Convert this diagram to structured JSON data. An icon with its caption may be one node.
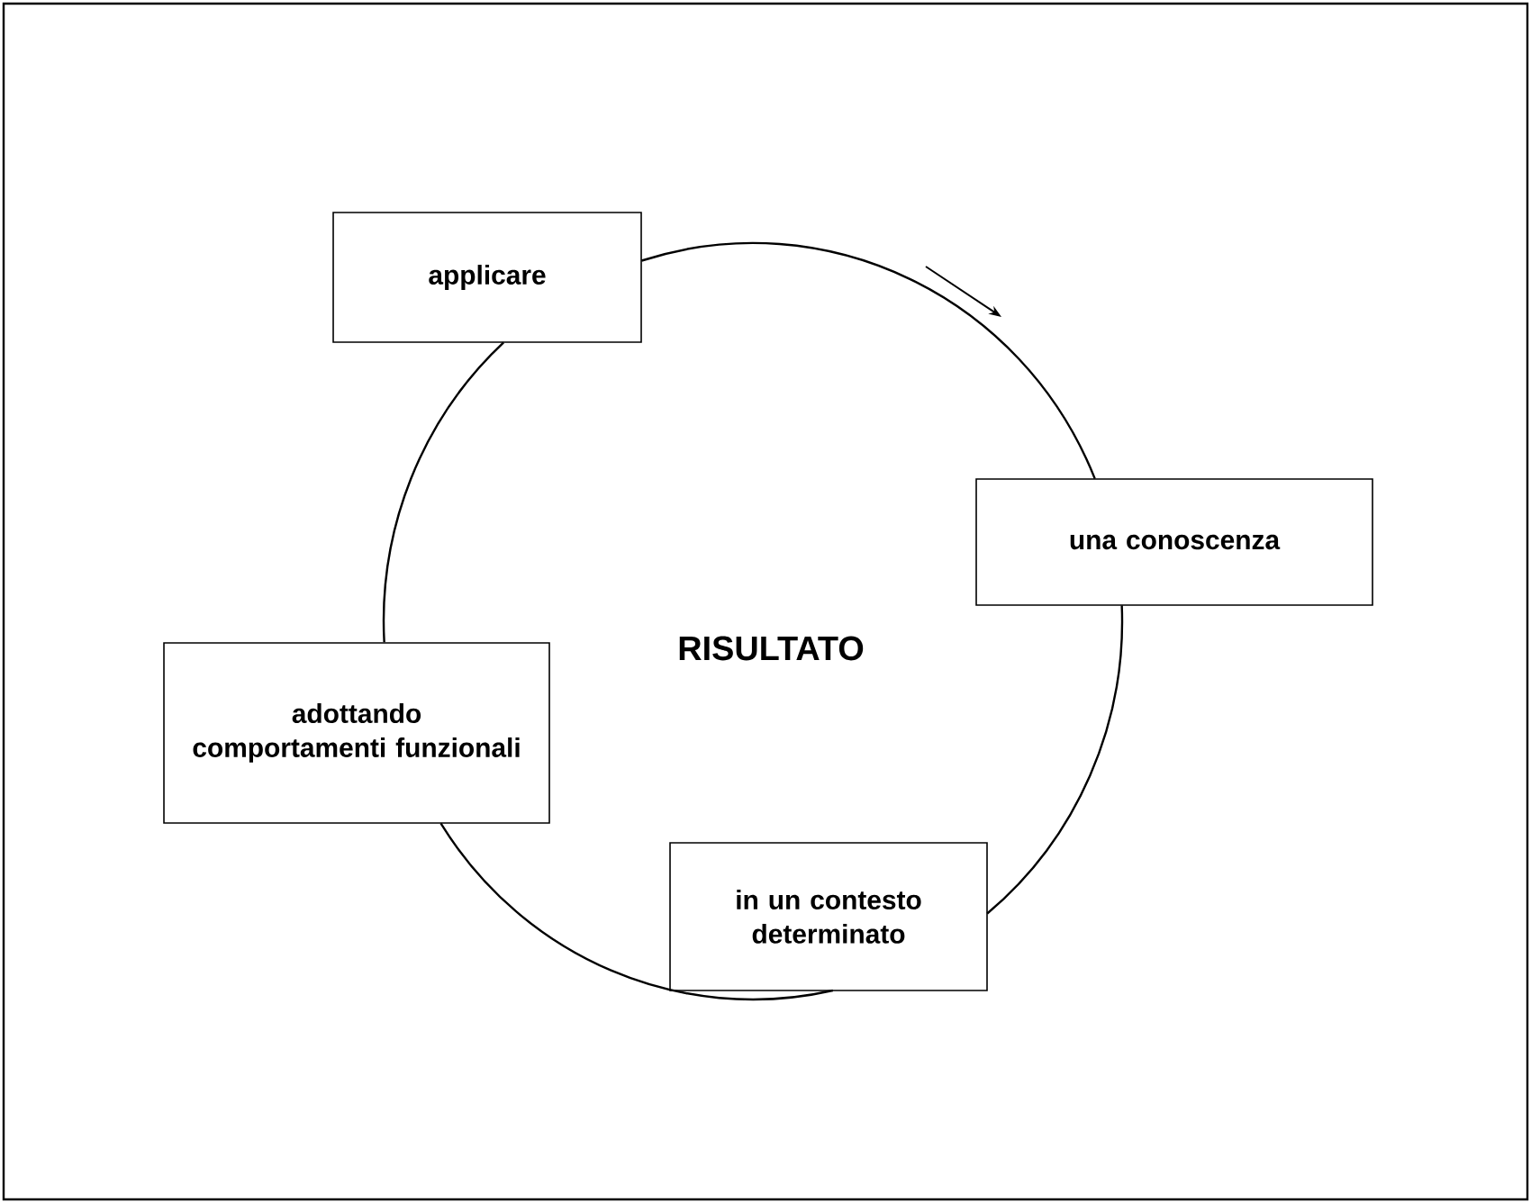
{
  "diagram": {
    "nodes": [
      {
        "text": [
          "applicare"
        ]
      },
      {
        "text": [
          "una conoscenza"
        ]
      },
      {
        "text": [
          "in un contesto determinato"
        ]
      },
      {
        "text": [
          "adottando comportamenti funzionali"
        ]
      }
    ],
    "edges": [
      {
        "from": 0,
        "to": 1,
        "arrow": "none"
      },
      {
        "from": 1,
        "to": 2,
        "arrow": "none"
      },
      {
        "from": 2,
        "to": 3,
        "arrow": "none"
      },
      {
        "from": 3,
        "to": 0,
        "arrow": "none"
      }
    ],
    "labels": [
      "RISULTATO"
    ]
  }
}
